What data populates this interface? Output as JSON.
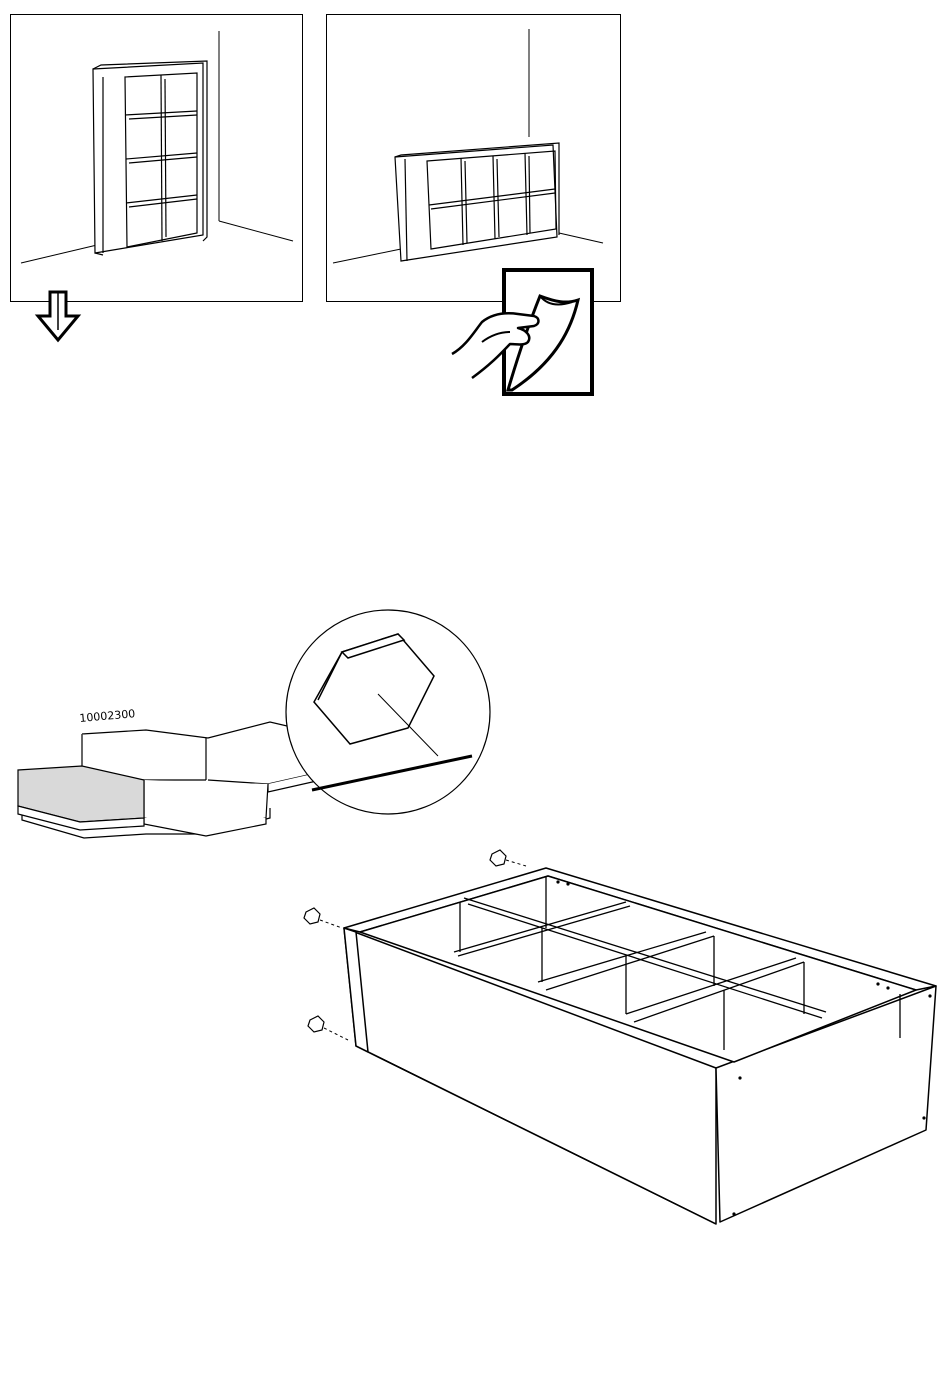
{
  "step_top": {
    "panel_left": {
      "orientation": "vertical"
    },
    "panel_right": {
      "orientation": "horizontal"
    }
  },
  "felt_pads": {
    "part_number": "10002300"
  }
}
